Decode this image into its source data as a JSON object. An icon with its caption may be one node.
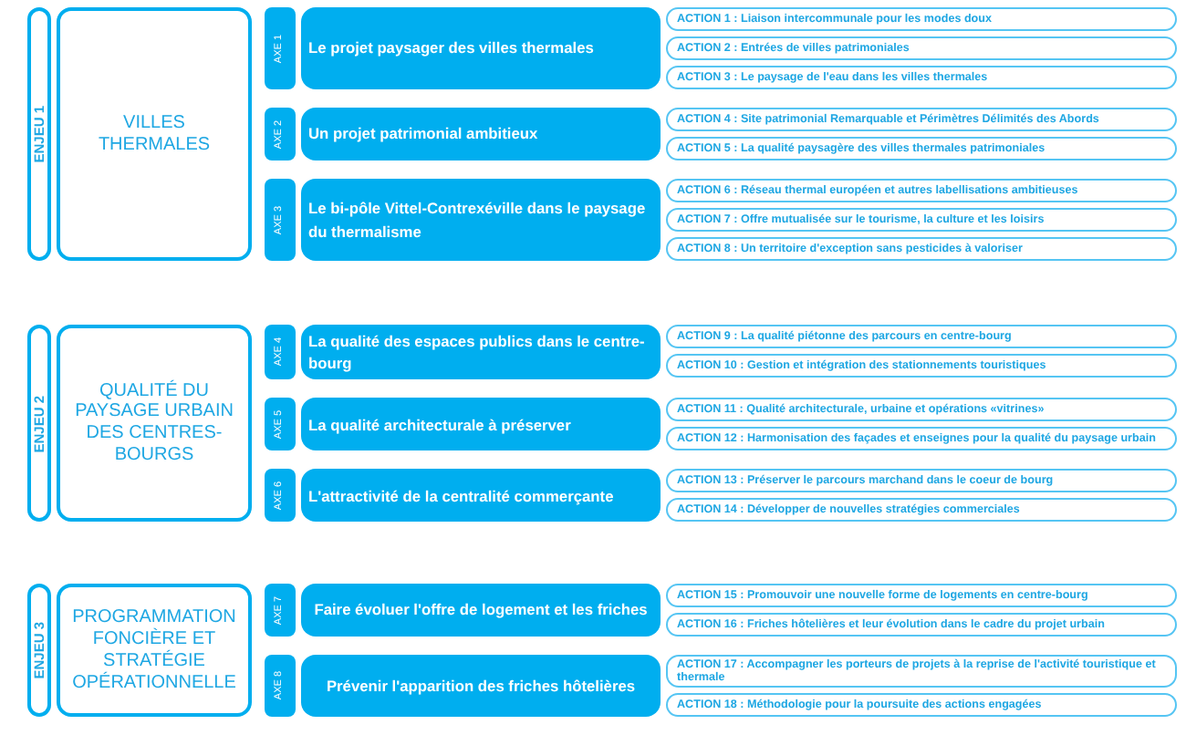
{
  "diagram": {
    "nodes": [
      {
        "text": [
          "ENJEU 1"
        ]
      },
      {
        "text": [
          "VILLES THERMALES"
        ]
      },
      {
        "text": [
          "AXE 1"
        ]
      },
      {
        "text": [
          "Le projet paysager des villes thermales"
        ]
      },
      {
        "text": [
          "ACTION 1 : Liaison intercommunale pour les modes doux"
        ]
      },
      {
        "text": [
          "ACTION 2 : Entrées de villes patrimoniales"
        ]
      },
      {
        "text": [
          "ACTION 3 : Le paysage de l'eau dans les villes thermales"
        ]
      },
      {
        "text": [
          "AXE 2"
        ]
      },
      {
        "text": [
          "Un projet patrimonial ambitieux"
        ]
      },
      {
        "text": [
          "ACTION 4 : Site patrimonial Remarquable et Périmètres Délimités des Abords"
        ]
      },
      {
        "text": [
          "ACTION 5 : La qualité paysagère des villes thermales patrimoniales"
        ]
      },
      {
        "text": [
          "AXE 3"
        ]
      },
      {
        "text": [
          "Le bi-pôle Vittel-Contrexéville dans le paysage du thermalisme"
        ]
      },
      {
        "text": [
          "ACTION 6 : Réseau thermal européen et autres labellisations ambitieuses"
        ]
      },
      {
        "text": [
          "ACTION 7 : Offre mutualisée sur le tourisme, la culture et les loisirs"
        ]
      },
      {
        "text": [
          "ACTION 8 : Un territoire d'exception sans pesticides à valoriser"
        ]
      },
      {
        "text": [
          "ENJEU 2"
        ]
      },
      {
        "text": [
          "QUALITÉ DU PAYSAGE URBAIN DES CENTRES-BOURGS"
        ]
      },
      {
        "text": [
          "AXE 4"
        ]
      },
      {
        "text": [
          "La qualité des espaces publics dans le centre-bourg"
        ]
      },
      {
        "text": [
          "ACTION 9 : La qualité piétonne des parcours en centre-bourg"
        ]
      },
      {
        "text": [
          "ACTION 10 : Gestion et intégration des stationnements touristiques"
        ]
      },
      {
        "text": [
          "AXE 5"
        ]
      },
      {
        "text": [
          "La qualité architecturale à préserver"
        ]
      },
      {
        "text": [
          "ACTION 11 : Qualité architecturale, urbaine et opérations «vitrines»"
        ]
      },
      {
        "text": [
          "ACTION 12 : Harmonisation des façades et enseignes pour la qualité du paysage urbain"
        ]
      },
      {
        "text": [
          "AXE 6"
        ]
      },
      {
        "text": [
          "L'attractivité de la centralité commerçante"
        ]
      },
      {
        "text": [
          "ACTION 13 : Préserver le parcours marchand dans le coeur de bourg"
        ]
      },
      {
        "text": [
          "ACTION 14 : Développer de nouvelles stratégies commerciales"
        ]
      },
      {
        "text": [
          "ENJEU 3"
        ]
      },
      {
        "text": [
          "PROGRAMMATION FONCIÈRE ET STRATÉGIE OPÉRATIONNELLE"
        ]
      },
      {
        "text": [
          "AXE 7"
        ]
      },
      {
        "text": [
          "Faire évoluer l'offre de logement et les friches"
        ]
      },
      {
        "text": [
          "ACTION 15 : Promouvoir une nouvelle forme de logements en centre-bourg"
        ]
      },
      {
        "text": [
          "ACTION 16 : Friches hôtelières et leur évolution dans le cadre du projet urbain"
        ]
      },
      {
        "text": [
          "AXE 8"
        ]
      },
      {
        "text": [
          "Prévenir l'apparition des friches hôtelières"
        ]
      },
      {
        "text": [
          "ACTION 17 : Accompagner les porteurs de projets à la reprise de l'activité touristique et thermale"
        ]
      },
      {
        "text": [
          "ACTION 18 : Méthodologie pour la poursuite des actions engagées"
        ]
      }
    ]
  }
}
